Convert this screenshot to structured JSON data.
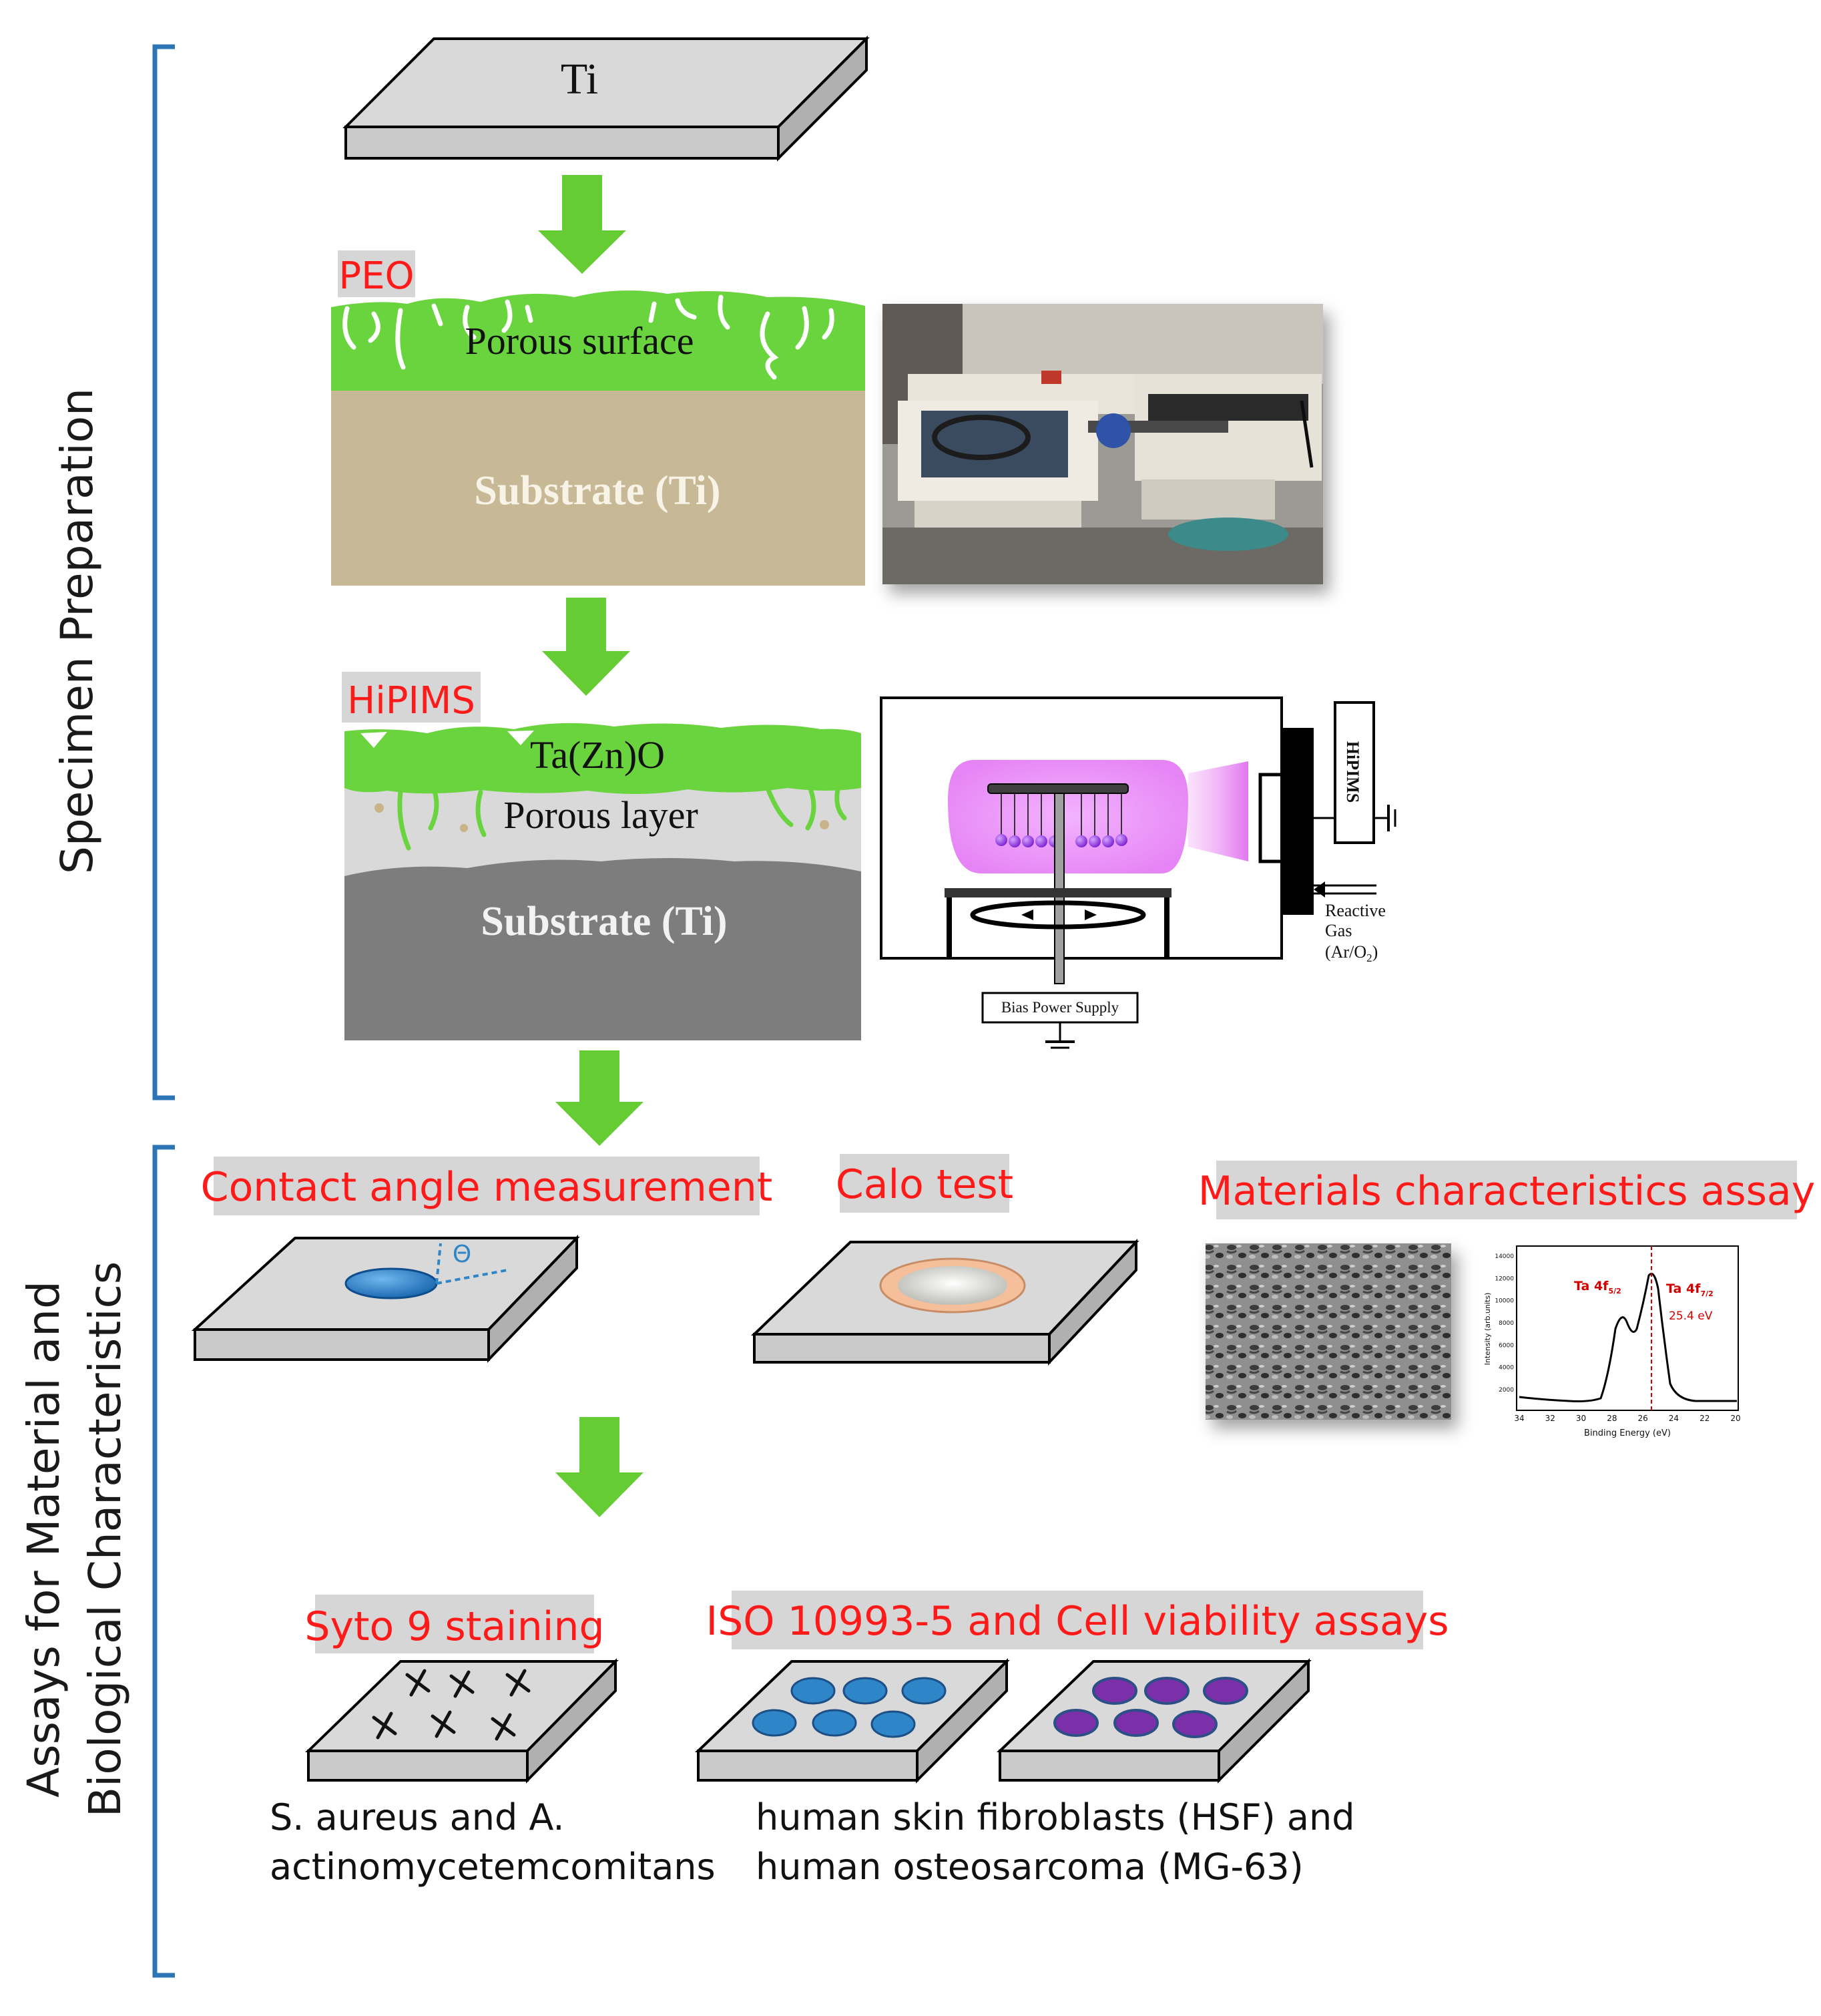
{
  "sections": {
    "specimen_preparation": "Specimen Preparation",
    "assays_line1": "Assays for Material and",
    "assays_line2": "Biological Characteristics"
  },
  "ti_plate": {
    "label": "Ti"
  },
  "peo": {
    "tag": "PEO",
    "porous_label": "Porous surface",
    "substrate_label": "Substrate (Ti)"
  },
  "hipims": {
    "tag": "HiPIMS",
    "coating_label": "Ta(Zn)O",
    "porous_label": "Porous layer",
    "substrate_label": "Substrate (Ti)",
    "apparatus": {
      "source_label": "HiPIMS",
      "gas_line1": "Reactive",
      "gas_line2": "Gas",
      "gas_line3": "(Ar/O",
      "gas_sub": "2",
      "gas_close": ")",
      "bias_label": "Bias Power Supply"
    }
  },
  "assays": {
    "contact_angle": {
      "title": "Contact angle measurement",
      "symbol": "Θ"
    },
    "calo": {
      "title": "Calo test"
    },
    "materials": {
      "title": "Materials characteristics assay",
      "xps": {
        "peak1_label": "Ta 4f",
        "peak1_sub": "5/2",
        "peak2_label": "Ta 4f",
        "peak2_sub": "7/2",
        "energy_label": "25.4 eV",
        "xlabel": "Binding Energy (eV)",
        "ylabel": "Intensity (arb.units)",
        "xticks": [
          "34",
          "32",
          "30",
          "28",
          "26",
          "24",
          "22",
          "20"
        ],
        "yticks": [
          "14000",
          "12000",
          "10000",
          "8000",
          "6000",
          "4000",
          "2000"
        ]
      }
    },
    "syto": {
      "title": "Syto 9 staining",
      "caption_line1": "S. aureus and A.",
      "caption_line2": "actinomycetemcomitans"
    },
    "iso": {
      "title": "ISO 10993-5 and Cell viability assays",
      "caption_line1": "human skin fibroblasts (HSF) and",
      "caption_line2": "human osteosarcoma (MG-63)"
    }
  },
  "colors": {
    "bracket": "#2e75b6",
    "arrow": "#66cc33",
    "green_layer": "#6ad43e",
    "substrate_tan": "#c7b996",
    "substrate_gray": "#7d7d7d",
    "porous_gray": "#d9d9d9",
    "label_red": "#ff1a1a",
    "label_box": "#d6d6d6",
    "plate_top": "#d9d9d9",
    "blue_dot": "#2e86c8",
    "purple_dot": "#7b2fa8"
  }
}
